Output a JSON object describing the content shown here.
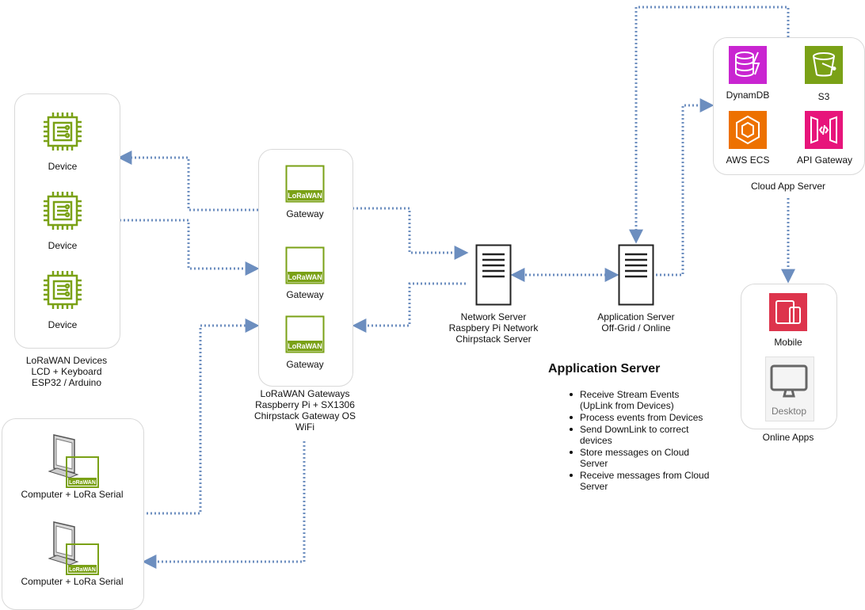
{
  "devices": {
    "items": [
      "Device",
      "Device",
      "Device"
    ],
    "caption": [
      "LoRaWAN Devices",
      "LCD + Keyboard",
      "ESP32 / Arduino"
    ]
  },
  "gateways": {
    "items": [
      "Gateway",
      "Gateway",
      "Gateway"
    ],
    "badge": "LoRaWAN",
    "caption": [
      "LoRaWAN Gateways",
      "Raspberry Pi + SX1306",
      "Chirpstack Gateway OS",
      "WiFi"
    ]
  },
  "computers": {
    "items": [
      "Computer + LoRa Serial",
      "Computer + LoRa Serial"
    ],
    "badge": "LoRaWAN"
  },
  "network_server": {
    "lines": [
      "Network Server",
      "Raspbery Pi Network",
      "Chirpstack Server"
    ]
  },
  "application_server": {
    "lines": [
      "Application Server",
      "Off-Grid / Online"
    ]
  },
  "cloud": {
    "services": [
      "DynamDB",
      "S3",
      "AWS ECS",
      "API Gateway"
    ],
    "caption": "Cloud App Server"
  },
  "online_apps": {
    "mobile": "Mobile",
    "desktop": "Desktop",
    "caption": "Online Apps"
  },
  "app_notes": {
    "title": "Application Server",
    "bullets": [
      "Receive Stream Events (UpLink from Devices)",
      "Process events from Devices",
      "Send DownLink to correct devices",
      "Store messages on Cloud Server",
      "Receive messages from Cloud Server"
    ]
  },
  "colors": {
    "chip": "#7aa116",
    "link": "#6c8ebf",
    "dynamodb": "#c925d1",
    "s3": "#7aa116",
    "ecs": "#ed7100",
    "apigw": "#e7157b",
    "mobile": "#dd344c"
  }
}
